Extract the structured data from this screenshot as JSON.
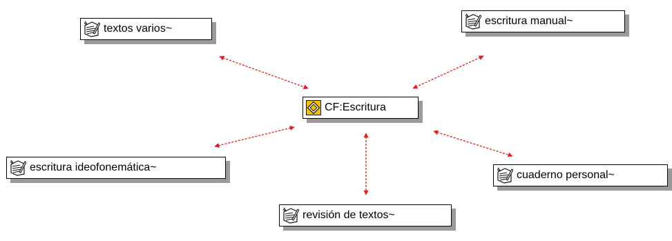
{
  "diagram": {
    "central": {
      "label": "CF:Escritura",
      "icon": "family-code-icon",
      "icon_color": "#f2c200"
    },
    "nodes": [
      {
        "id": "textos-varios",
        "label": "textos varios~",
        "icon": "memo-pencil-icon"
      },
      {
        "id": "escritura-manual",
        "label": "escritura manual~",
        "icon": "memo-pencil-icon"
      },
      {
        "id": "escritura-ideofonematica",
        "label": "escritura ideofonemática~",
        "icon": "memo-pencil-icon"
      },
      {
        "id": "cuaderno-personal",
        "label": "cuaderno personal~",
        "icon": "memo-pencil-icon"
      },
      {
        "id": "revision-textos",
        "label": "revisión de textos~",
        "icon": "memo-pencil-icon"
      }
    ],
    "link_style": {
      "color": "#e8191a",
      "dashed": true,
      "bidirectional": true
    }
  }
}
